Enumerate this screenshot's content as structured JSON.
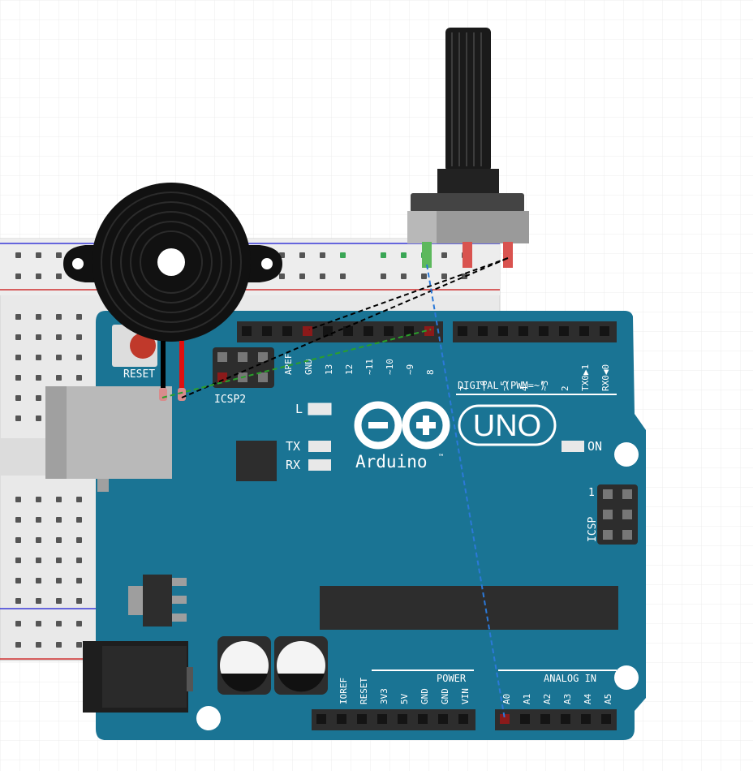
{
  "colors": {
    "board": "#1a7494",
    "board_text": "#ffffff",
    "header": "#2d2d2d",
    "wire_gnd": "#000000",
    "wire_signal": "#2aa02a",
    "wire_pot": "#2b79d8",
    "led": "#e8e8e8",
    "buzzer": "#111111",
    "breadboard": "#e8e8e8",
    "rail_blue": "#3a3ad8",
    "rail_red": "#d03030"
  },
  "board": {
    "model": "UNO",
    "brand": "Arduino",
    "trademark": "™",
    "reset_label": "RESET",
    "icsp2_label": "ICSP2",
    "icsp_label": "ICSP",
    "icsp_pin1": "1",
    "led_l": "L",
    "led_tx": "TX",
    "led_rx": "RX",
    "led_on": "ON",
    "digital_label": "DIGITAL (PWM=~)",
    "power_label": "POWER",
    "analog_label": "ANALOG IN",
    "top_pins_left": [
      "AREF",
      "GND",
      "13",
      "12",
      "~11",
      "~10",
      "~9",
      "8"
    ],
    "top_pins_right": [
      "7",
      "~6",
      "~5",
      "4",
      "~3",
      "2",
      "TX0▶1",
      "RX0◀0"
    ],
    "power_pins": [
      "IOREF",
      "RESET",
      "3V3",
      "5V",
      "GND",
      "GND",
      "VIN"
    ],
    "analog_pins": [
      "A0",
      "A1",
      "A2",
      "A3",
      "A4",
      "A5"
    ]
  }
}
